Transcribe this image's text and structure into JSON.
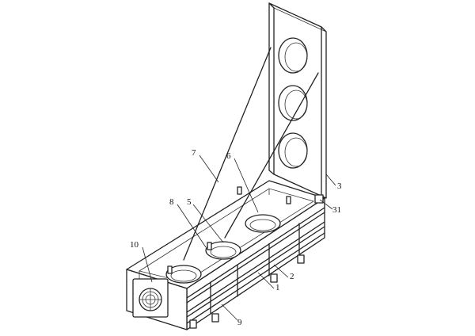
{
  "figure": {
    "labels": {
      "box": "1",
      "frame": "2",
      "lid": "3",
      "lid_hinge": "31",
      "ring": "5",
      "holder": "6",
      "support_rod": "7",
      "clip": "8",
      "fastener": "9",
      "end_plate": "10"
    }
  }
}
